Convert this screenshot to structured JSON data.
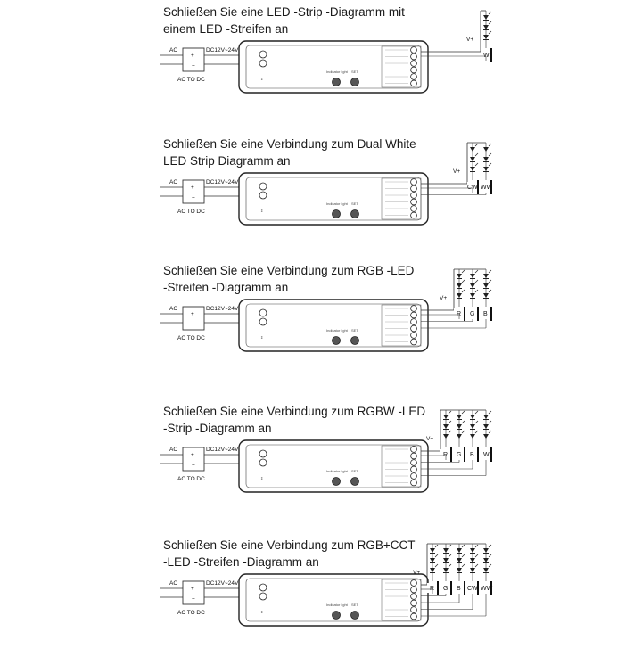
{
  "sections": [
    {
      "title_lines": [
        "Schließen Sie eine LED -Strip -Diagramm mit",
        "einem LED -Streifen an"
      ],
      "ac_label": "AC",
      "psu_label": "AC TO DC",
      "dc_label": "DC12V~24V",
      "vplus": "V+",
      "channels": [
        "W"
      ],
      "led_columns": 1,
      "indicator_label": "Indicator light",
      "set_label": "SET"
    },
    {
      "title_lines": [
        "Schließen Sie eine Verbindung zum Dual White",
        "LED Strip Diagramm an"
      ],
      "ac_label": "AC",
      "psu_label": "AC TO DC",
      "dc_label": "DC12V~24V",
      "vplus": "V+",
      "channels": [
        "CW",
        "WW"
      ],
      "led_columns": 2,
      "indicator_label": "Indicator light",
      "set_label": "SET"
    },
    {
      "title_lines": [
        "Schließen Sie eine Verbindung zum RGB -LED",
        "-Streifen -Diagramm an"
      ],
      "ac_label": "AC",
      "psu_label": "AC TO DC",
      "dc_label": "DC12V~24V",
      "vplus": "V+",
      "channels": [
        "R",
        "G",
        "B"
      ],
      "led_columns": 3,
      "indicator_label": "Indicator light",
      "set_label": "SET"
    },
    {
      "title_lines": [
        "Schließen Sie eine Verbindung zum RGBW -LED",
        "-Strip -Diagramm an"
      ],
      "ac_label": "AC",
      "psu_label": "AC TO DC",
      "dc_label": "DC12V~24V",
      "vplus": "V+",
      "channels": [
        "R",
        "G",
        "B",
        "W"
      ],
      "led_columns": 4,
      "indicator_label": "Indicator light",
      "set_label": "SET"
    },
    {
      "title_lines": [
        "Schließen Sie eine Verbindung zum RGB+CCT",
        "-LED -Streifen -Diagramm an"
      ],
      "ac_label": "AC",
      "psu_label": "AC TO DC",
      "dc_label": "DC12V~24V",
      "vplus": "V+",
      "channels": [
        "R",
        "G",
        "B",
        "CW",
        "WW"
      ],
      "led_columns": 5,
      "indicator_label": "Indicator light",
      "set_label": "SET"
    }
  ]
}
